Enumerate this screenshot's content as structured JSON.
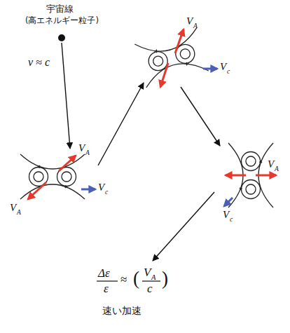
{
  "diagram": {
    "labels": [
      "宇宙線",
      "(高エネルギー粒子)",
      "v ≈ c",
      "V",
      "A",
      "V",
      "A",
      "V",
      "c",
      "V",
      "A",
      "V",
      "c",
      "V",
      "A",
      "V",
      "c",
      "Δε",
      "ε",
      "≈",
      "(",
      "V",
      "A",
      "c",
      ")",
      "速い加速"
    ]
  }
}
